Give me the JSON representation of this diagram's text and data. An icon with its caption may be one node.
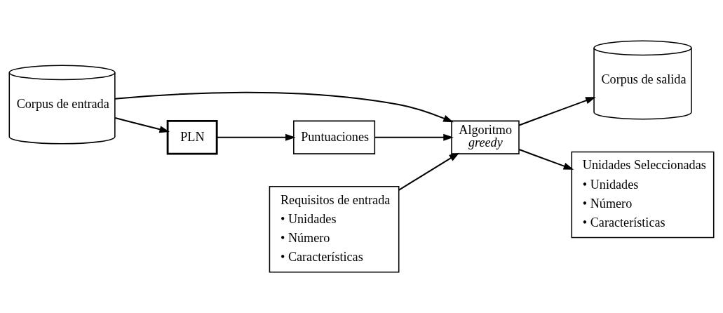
{
  "diagram": {
    "nodes": [
      {
        "text": [
          "Corpus de entrada"
        ]
      },
      {
        "text": [
          "Algoritmo *greedy*"
        ]
      },
      {
        "text": [
          "Corpus de salida"
        ]
      },
      {
        "text": [
          "PLN"
        ]
      },
      {
        "text": [
          "Puntuaciones"
        ]
      },
      {
        "text": [
          "Requisitos de entrada",
          "• Unidades",
          "• Número",
          "• Características"
        ]
      },
      {
        "text": [
          "Unidades Seleccionadas",
          "• Unidades",
          "• Número",
          "• Características"
        ]
      }
    ],
    "edges": [
      {
        "from": 0,
        "to": 1,
        "arrow": "to"
      },
      {
        "from": 4,
        "to": 1,
        "arrow": "to"
      },
      {
        "from": 5,
        "to": 1,
        "arrow": "to"
      },
      {
        "from": 1,
        "to": 2,
        "arrow": "to"
      },
      {
        "from": 0,
        "to": 3,
        "arrow": "to"
      },
      {
        "from": 3,
        "to": 4,
        "arrow": "to"
      },
      {
        "from": 1,
        "to": 6,
        "arrow": "to"
      }
    ]
  }
}
